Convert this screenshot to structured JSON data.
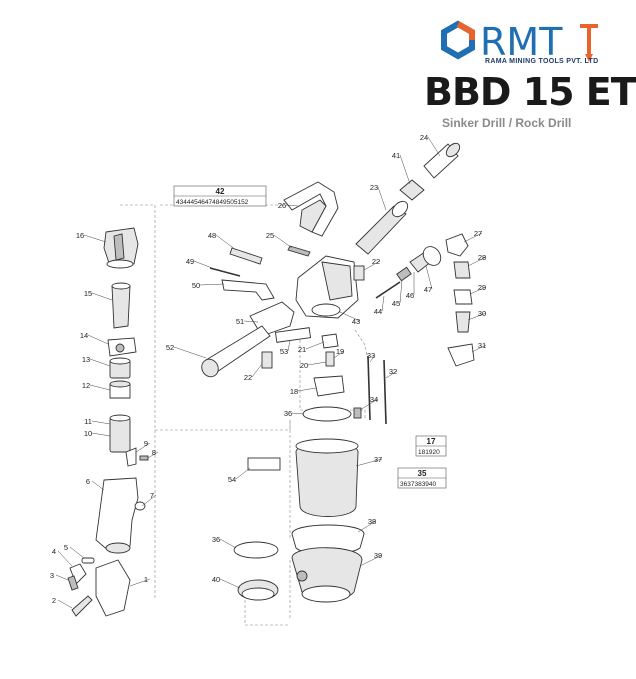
{
  "header": {
    "logo_text": "RMT",
    "company_name": "RAMA MINING TOOLS PVT. LTD",
    "model": "BBD 15 ET",
    "subtitle": "Sinker Drill / Rock Drill"
  },
  "colors": {
    "logo_orange": "#e8642c",
    "logo_blue": "#1f6fb2",
    "logo_text": "#1f6fb2",
    "line": "#333333"
  },
  "callouts": [
    {
      "id": "c1",
      "label": "1"
    },
    {
      "id": "c2",
      "label": "2"
    },
    {
      "id": "c3",
      "label": "3"
    },
    {
      "id": "c4",
      "label": "4"
    },
    {
      "id": "c5",
      "label": "5"
    },
    {
      "id": "c6",
      "label": "6"
    },
    {
      "id": "c7",
      "label": "7"
    },
    {
      "id": "c8",
      "label": "8"
    },
    {
      "id": "c9",
      "label": "9"
    },
    {
      "id": "c10",
      "label": "10"
    },
    {
      "id": "c11",
      "label": "11"
    },
    {
      "id": "c12",
      "label": "12"
    },
    {
      "id": "c13",
      "label": "13"
    },
    {
      "id": "c14",
      "label": "14"
    },
    {
      "id": "c15",
      "label": "15"
    },
    {
      "id": "c16",
      "label": "16"
    },
    {
      "id": "c18",
      "label": "18"
    },
    {
      "id": "c19",
      "label": "19"
    },
    {
      "id": "c20",
      "label": "20"
    },
    {
      "id": "c21",
      "label": "21"
    },
    {
      "id": "c22a",
      "label": "22"
    },
    {
      "id": "c22b",
      "label": "22"
    },
    {
      "id": "c23",
      "label": "23"
    },
    {
      "id": "c24",
      "label": "24"
    },
    {
      "id": "c25",
      "label": "25"
    },
    {
      "id": "c26",
      "label": "26"
    },
    {
      "id": "c27",
      "label": "27"
    },
    {
      "id": "c28",
      "label": "28"
    },
    {
      "id": "c29",
      "label": "29"
    },
    {
      "id": "c30",
      "label": "30"
    },
    {
      "id": "c31",
      "label": "31"
    },
    {
      "id": "c32",
      "label": "32"
    },
    {
      "id": "c33",
      "label": "33"
    },
    {
      "id": "c34",
      "label": "34"
    },
    {
      "id": "c36a",
      "label": "36"
    },
    {
      "id": "c36b",
      "label": "36"
    },
    {
      "id": "c37",
      "label": "37"
    },
    {
      "id": "c38",
      "label": "38"
    },
    {
      "id": "c39",
      "label": "39"
    },
    {
      "id": "c40",
      "label": "40"
    },
    {
      "id": "c41",
      "label": "41"
    },
    {
      "id": "c43",
      "label": "43"
    },
    {
      "id": "c44",
      "label": "44"
    },
    {
      "id": "c45",
      "label": "45"
    },
    {
      "id": "c46",
      "label": "46"
    },
    {
      "id": "c47",
      "label": "47"
    },
    {
      "id": "c48",
      "label": "48"
    },
    {
      "id": "c49",
      "label": "49"
    },
    {
      "id": "c50",
      "label": "50"
    },
    {
      "id": "c51",
      "label": "51"
    },
    {
      "id": "c52",
      "label": "52"
    },
    {
      "id": "c53",
      "label": "53"
    },
    {
      "id": "c54",
      "label": "54"
    }
  ],
  "kits": {
    "k42": {
      "title": "42",
      "items": [
        "43",
        "44",
        "45",
        "46",
        "47",
        "48",
        "49",
        "50",
        "51",
        "52"
      ]
    },
    "k17": {
      "title": "17",
      "items": [
        "18",
        "19",
        "20"
      ]
    },
    "k35": {
      "title": "35",
      "items": [
        "36",
        "37",
        "38",
        "39",
        "40"
      ]
    }
  }
}
